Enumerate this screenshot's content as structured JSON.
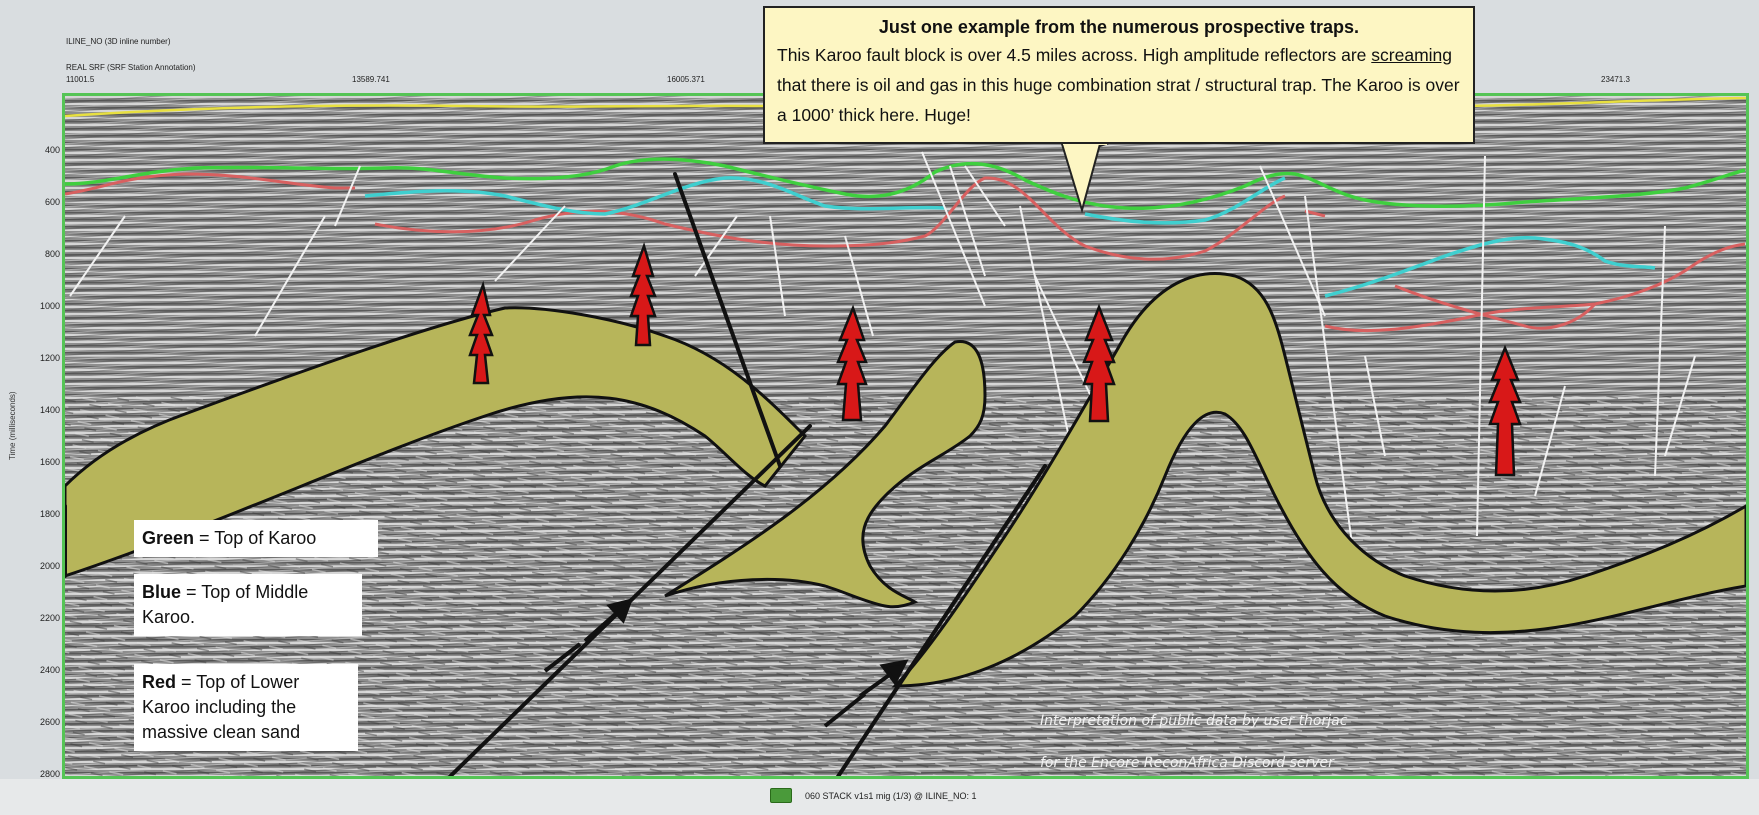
{
  "header": {
    "inline_label": "ILINE_NO (3D inline number)",
    "station_label": "REAL SRF (SRF Station Annotation)",
    "station_ticks": [
      "11001.5",
      "13589.741",
      "16005.371",
      "23471.3"
    ]
  },
  "y_axis": {
    "title": "Time (milliseconds)",
    "ticks": [
      "400",
      "600",
      "800",
      "1000",
      "1200",
      "1400",
      "1600",
      "1800",
      "2000",
      "2200",
      "2400",
      "2600",
      "2800"
    ]
  },
  "callout": {
    "title": "Just one example from the numerous prospective traps.",
    "body_pre": "This Karoo fault block is over 4.5 miles across.  High amplitude reflectors are ",
    "body_emph": "screaming",
    "body_post": " that there is oil and gas in this huge combination strat / structural trap.  The Karoo is over a 1000’ thick here.   Huge!"
  },
  "legend": {
    "green_word": "Green",
    "green_text": " = Top of Karoo",
    "blue_word": "Blue",
    "blue_text": " = Top of Middle Karoo.",
    "red_word": "Red",
    "red_text": " = Top of Lower Karoo including the massive clean sand"
  },
  "credit": {
    "line1": "Interpretation of public data by user thorjac",
    "line2": "for the Encore ReconAfrica Discord server"
  },
  "status_bar": {
    "text": "060 STACK v1s1 mig (1/3)   @  ILINE_NO: 1"
  },
  "colors": {
    "top_karoo": "#3fcf3f",
    "top_middle_karoo": "#3fcfcf",
    "top_lower_karoo": "#d86060",
    "sand_body": "#b7b55a",
    "arrow": "#d81818",
    "surface_horizon": "#e8e040",
    "plot_border": "#55c455",
    "callout_fill": "#fdf6c3"
  }
}
